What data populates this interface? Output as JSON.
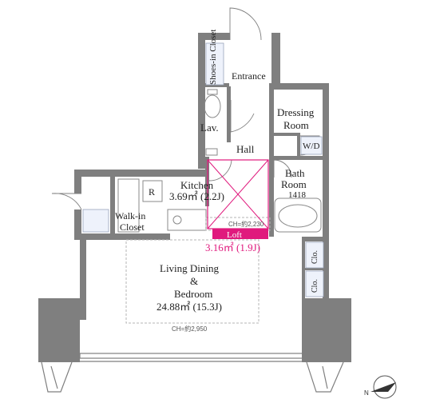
{
  "rooms": {
    "shoes_closet": "Shoes-in Closet",
    "entrance": "Entrance",
    "dressing_room_1": "Dressing",
    "dressing_room_2": "Room",
    "lav": "Lav.",
    "wd": "W/D",
    "hall": "Hall",
    "kitchen": "Kitchen",
    "kitchen_area": "3.69㎡ (2.2J)",
    "r": "R",
    "bath_1": "Bath",
    "bath_2": "Room",
    "bath_size": "1418",
    "walkin_1": "Walk-in",
    "walkin_2": "Closet",
    "ch_loft": "CH=約2,230",
    "loft": "Loft",
    "loft_area": "3.16㎡ (1.9J)",
    "clo_1": "Clo.",
    "clo_2": "Clo.",
    "ldk_1": "Living Dining",
    "ldk_2": "&",
    "ldk_3": "Bedroom",
    "ldk_area": "24.88㎡ (15.3J)",
    "ch_main": "CH=約2,950"
  },
  "colors": {
    "wall": "#7f7f7f",
    "loft_accent": "#e0197d",
    "cabinet_fill": "#eef2fb",
    "text": "#222222"
  },
  "icons": {
    "north": "north-arrow-icon"
  }
}
